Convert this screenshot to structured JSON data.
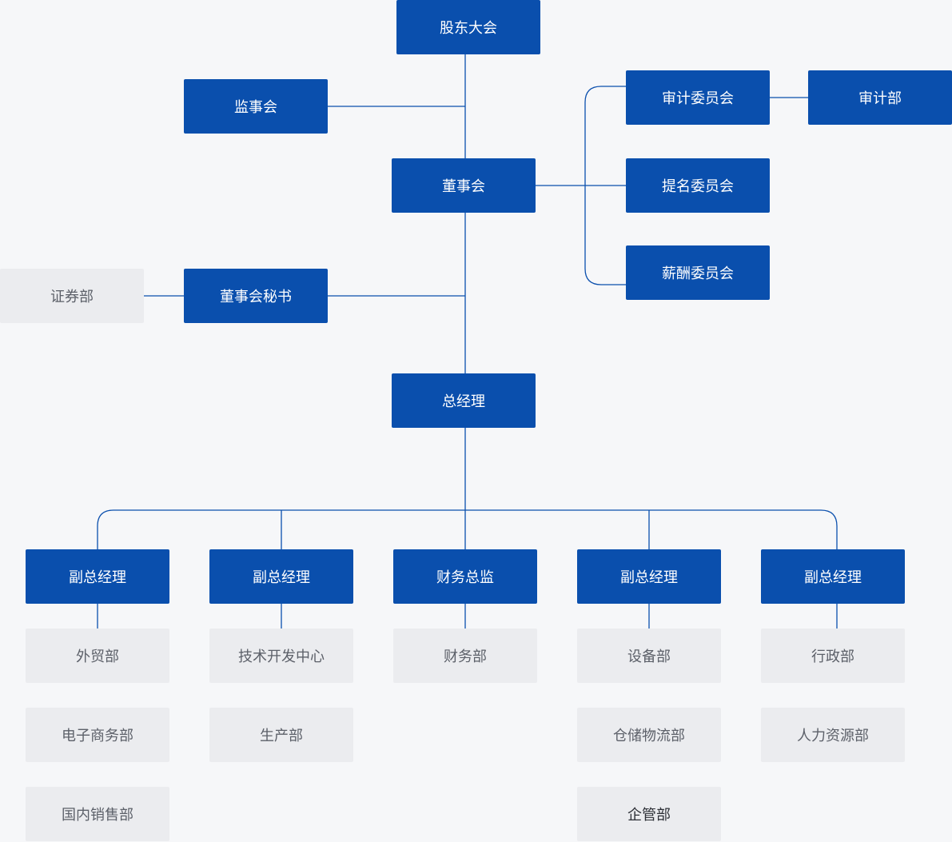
{
  "nodes": {
    "shareholders": "股东大会",
    "supervisory": "监事会",
    "board": "董事会",
    "audit_committee": "审计委员会",
    "audit_dept": "审计部",
    "nomination_committee": "提名委员会",
    "compensation_committee": "薪酬委员会",
    "board_secretary": "董事会秘书",
    "securities_dept": "证券部",
    "general_manager": "总经理",
    "vp1": "副总经理",
    "vp2": "副总经理",
    "cfo": "财务总监",
    "vp4": "副总经理",
    "vp5": "副总经理"
  },
  "departments": {
    "col1": [
      "外贸部",
      "电子商务部",
      "国内销售部"
    ],
    "col2": [
      "技术开发中心",
      "生产部"
    ],
    "col3": [
      "财务部"
    ],
    "col4": [
      "设备部",
      "仓储物流部",
      "企管部"
    ],
    "col5": [
      "行政部",
      "人力资源部"
    ]
  },
  "colors": {
    "node_blue": "#0a4fad",
    "connector": "#0a4fad",
    "dept_gray": "#ebecef",
    "background": "#f6f7f9"
  }
}
